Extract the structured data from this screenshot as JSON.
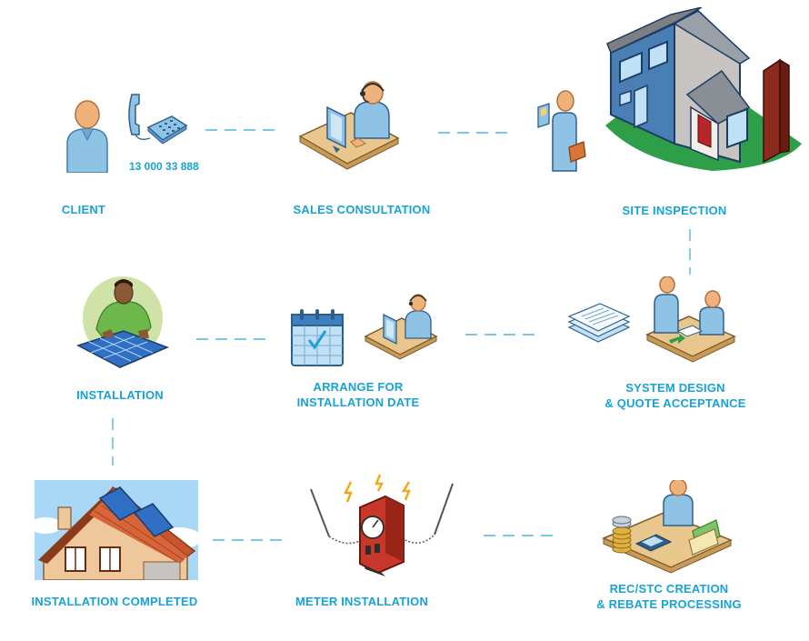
{
  "steps": [
    {
      "id": "client",
      "label": "CLIENT"
    },
    {
      "id": "sales",
      "label": "SALES CONSULTATION"
    },
    {
      "id": "site",
      "label": "SITE INSPECTION"
    },
    {
      "id": "design",
      "label_line1": "SYSTEM DESIGN",
      "label_line2": "& QUOTE ACCEPTANCE"
    },
    {
      "id": "arrange",
      "label_line1": "ARRANGE FOR",
      "label_line2": "INSTALLATION DATE"
    },
    {
      "id": "installation",
      "label": "INSTALLATION"
    },
    {
      "id": "completed",
      "label": "INSTALLATION COMPLETED"
    },
    {
      "id": "meter",
      "label": "METER INSTALLATION"
    },
    {
      "id": "rec",
      "label_line1": "REC/STC CREATION",
      "label_line2": "& REBATE PROCESSING"
    }
  ],
  "client_phone": "13 000 33 888",
  "colors": {
    "accent": "#17a2d8",
    "connector": "#4fb6e0",
    "figure": "#8fc3e6",
    "skin": "#f0b27a",
    "desk": "#e9c78c"
  },
  "icons": [
    "person-icon",
    "telephone-icon",
    "headset-operator-icon",
    "inspector-icon",
    "house-icon",
    "documents-icon",
    "meeting-icon",
    "calendar-icon",
    "installer-icon",
    "solar-house-icon",
    "meter-icon",
    "rebate-icon"
  ]
}
